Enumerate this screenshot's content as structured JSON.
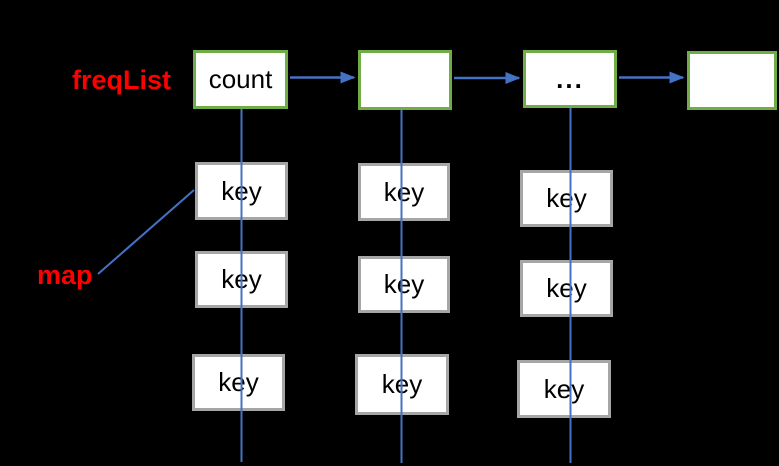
{
  "diagram": {
    "background_color": "#000000",
    "colors": {
      "freq_node_border": "#70AD47",
      "key_node_border": "#A6A6A6",
      "connector_blue": "#4472C4",
      "label_red": "#FF0000",
      "node_fill": "#FFFFFF",
      "node_text": "#000000"
    },
    "labels": {
      "freq_list": "freqList",
      "map": "map"
    },
    "freq_nodes": [
      {
        "label": "count"
      },
      {
        "label": ""
      },
      {
        "label": "..."
      },
      {
        "label": ""
      }
    ],
    "key_columns": [
      {
        "keys": [
          "key",
          "key",
          "key"
        ]
      },
      {
        "keys": [
          "key",
          "key",
          "key"
        ]
      },
      {
        "keys": [
          "key",
          "key",
          "key"
        ]
      }
    ]
  }
}
